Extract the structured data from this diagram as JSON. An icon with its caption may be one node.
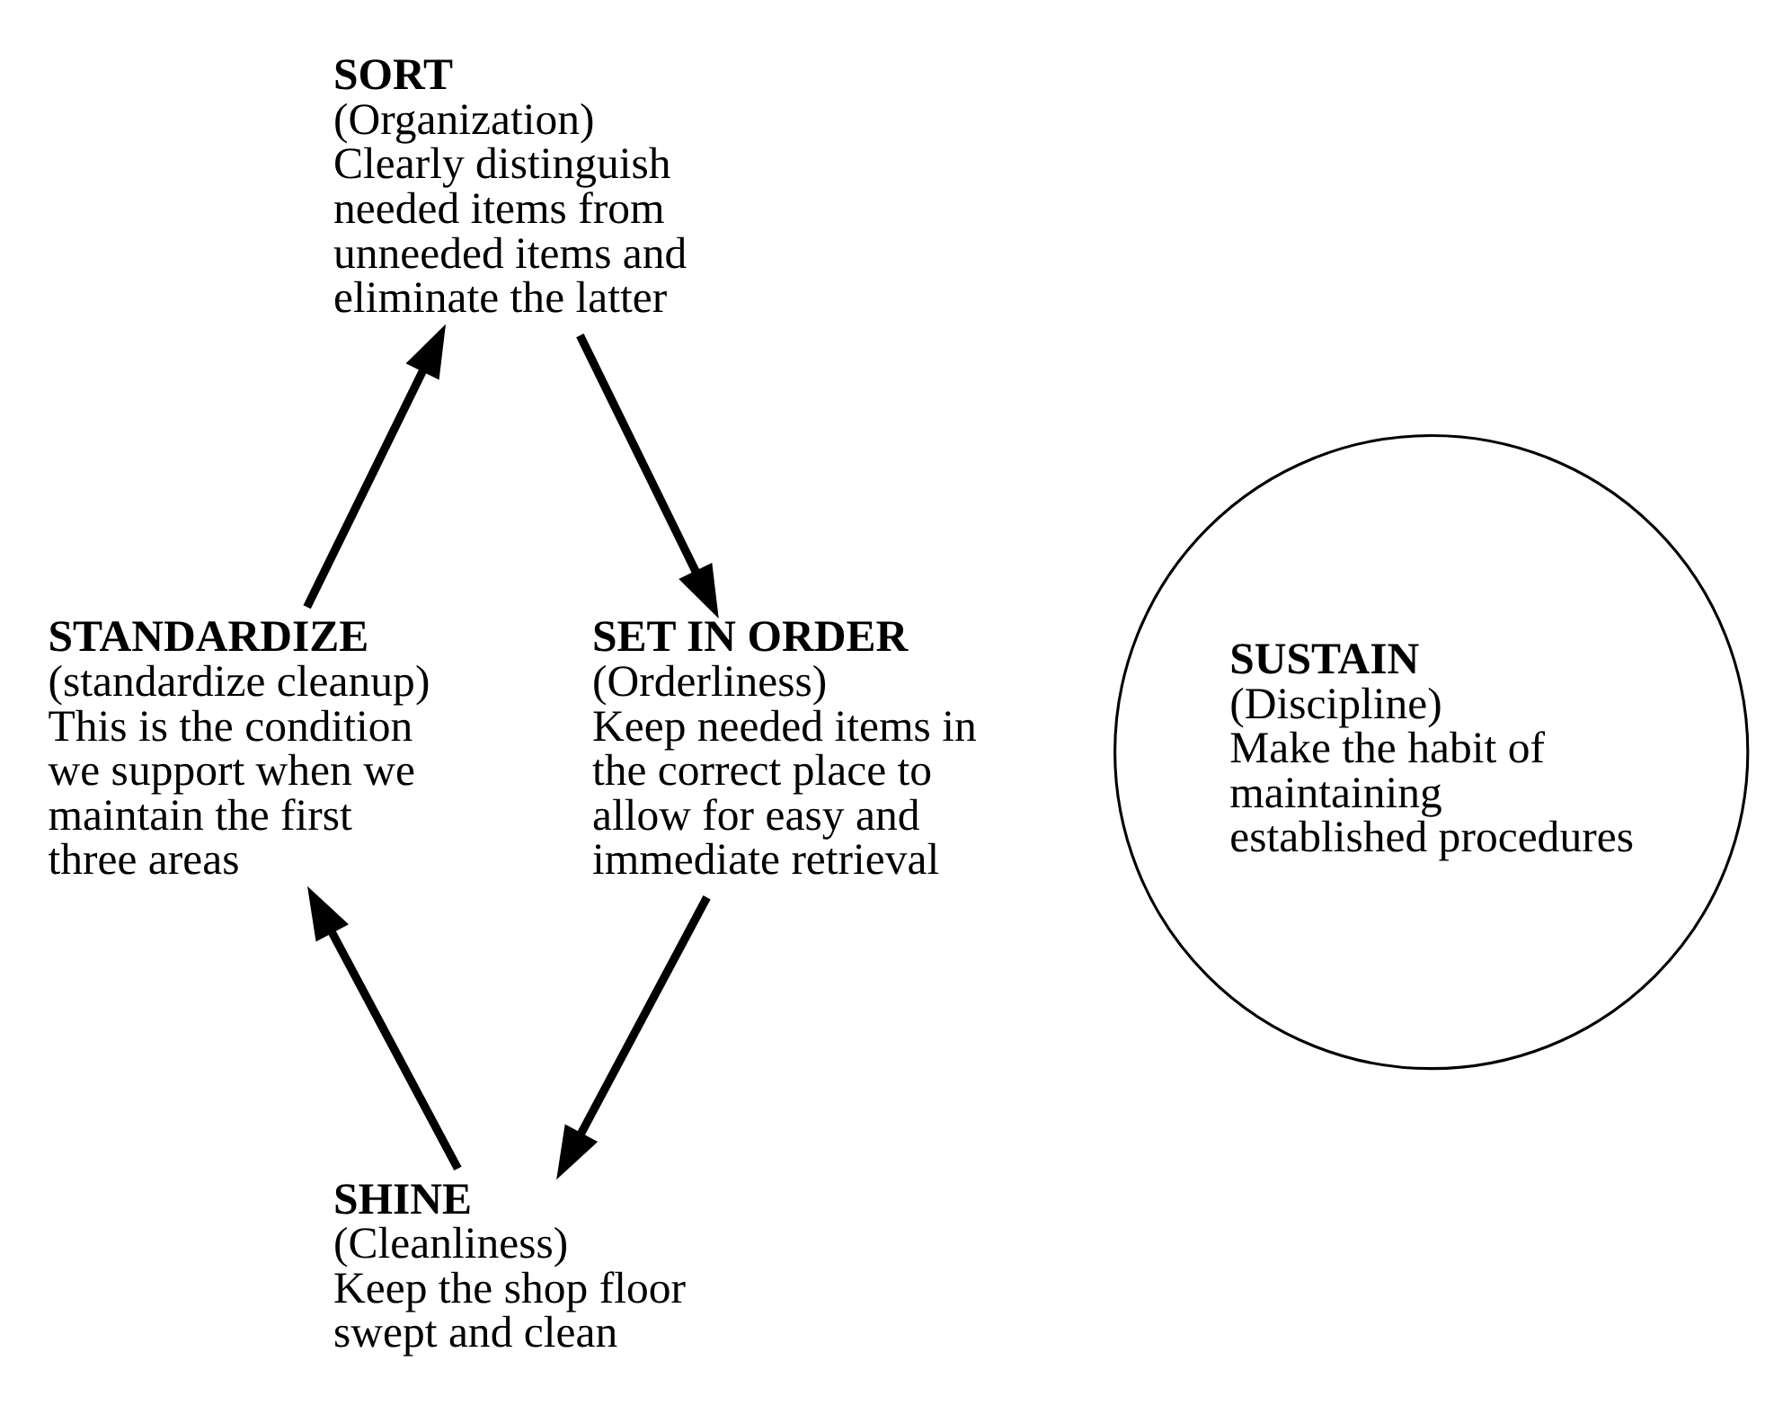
{
  "diagram": {
    "nodes": [
      {
        "text": [
          "SORT",
          "(Organization)",
          "Clearly distinguish needed items from unneeded items and eliminate the latter"
        ]
      },
      {
        "text": [
          "STANDARDIZE",
          "(standardize cleanup)",
          "This is the condition we support when we maintain the first three areas"
        ]
      },
      {
        "text": [
          "SUSTAIN",
          "(Discipline)",
          "Make the habit of maintaining established procedures"
        ]
      },
      {
        "text": [
          "SET IN ORDER",
          "(Orderliness)",
          "Keep needed items in the correct place to allow for easy and immediate retrieval"
        ]
      },
      {
        "text": [
          "SHINE",
          "(Cleanliness)",
          "Keep the shop floor swept and clean"
        ]
      }
    ],
    "edges": [
      {
        "from": 1,
        "to": 0,
        "arrow": "to"
      },
      {
        "from": 0,
        "to": 3,
        "arrow": "to"
      },
      {
        "from": 3,
        "to": 4,
        "arrow": "to"
      },
      {
        "from": 4,
        "to": 1,
        "arrow": "to"
      }
    ]
  }
}
